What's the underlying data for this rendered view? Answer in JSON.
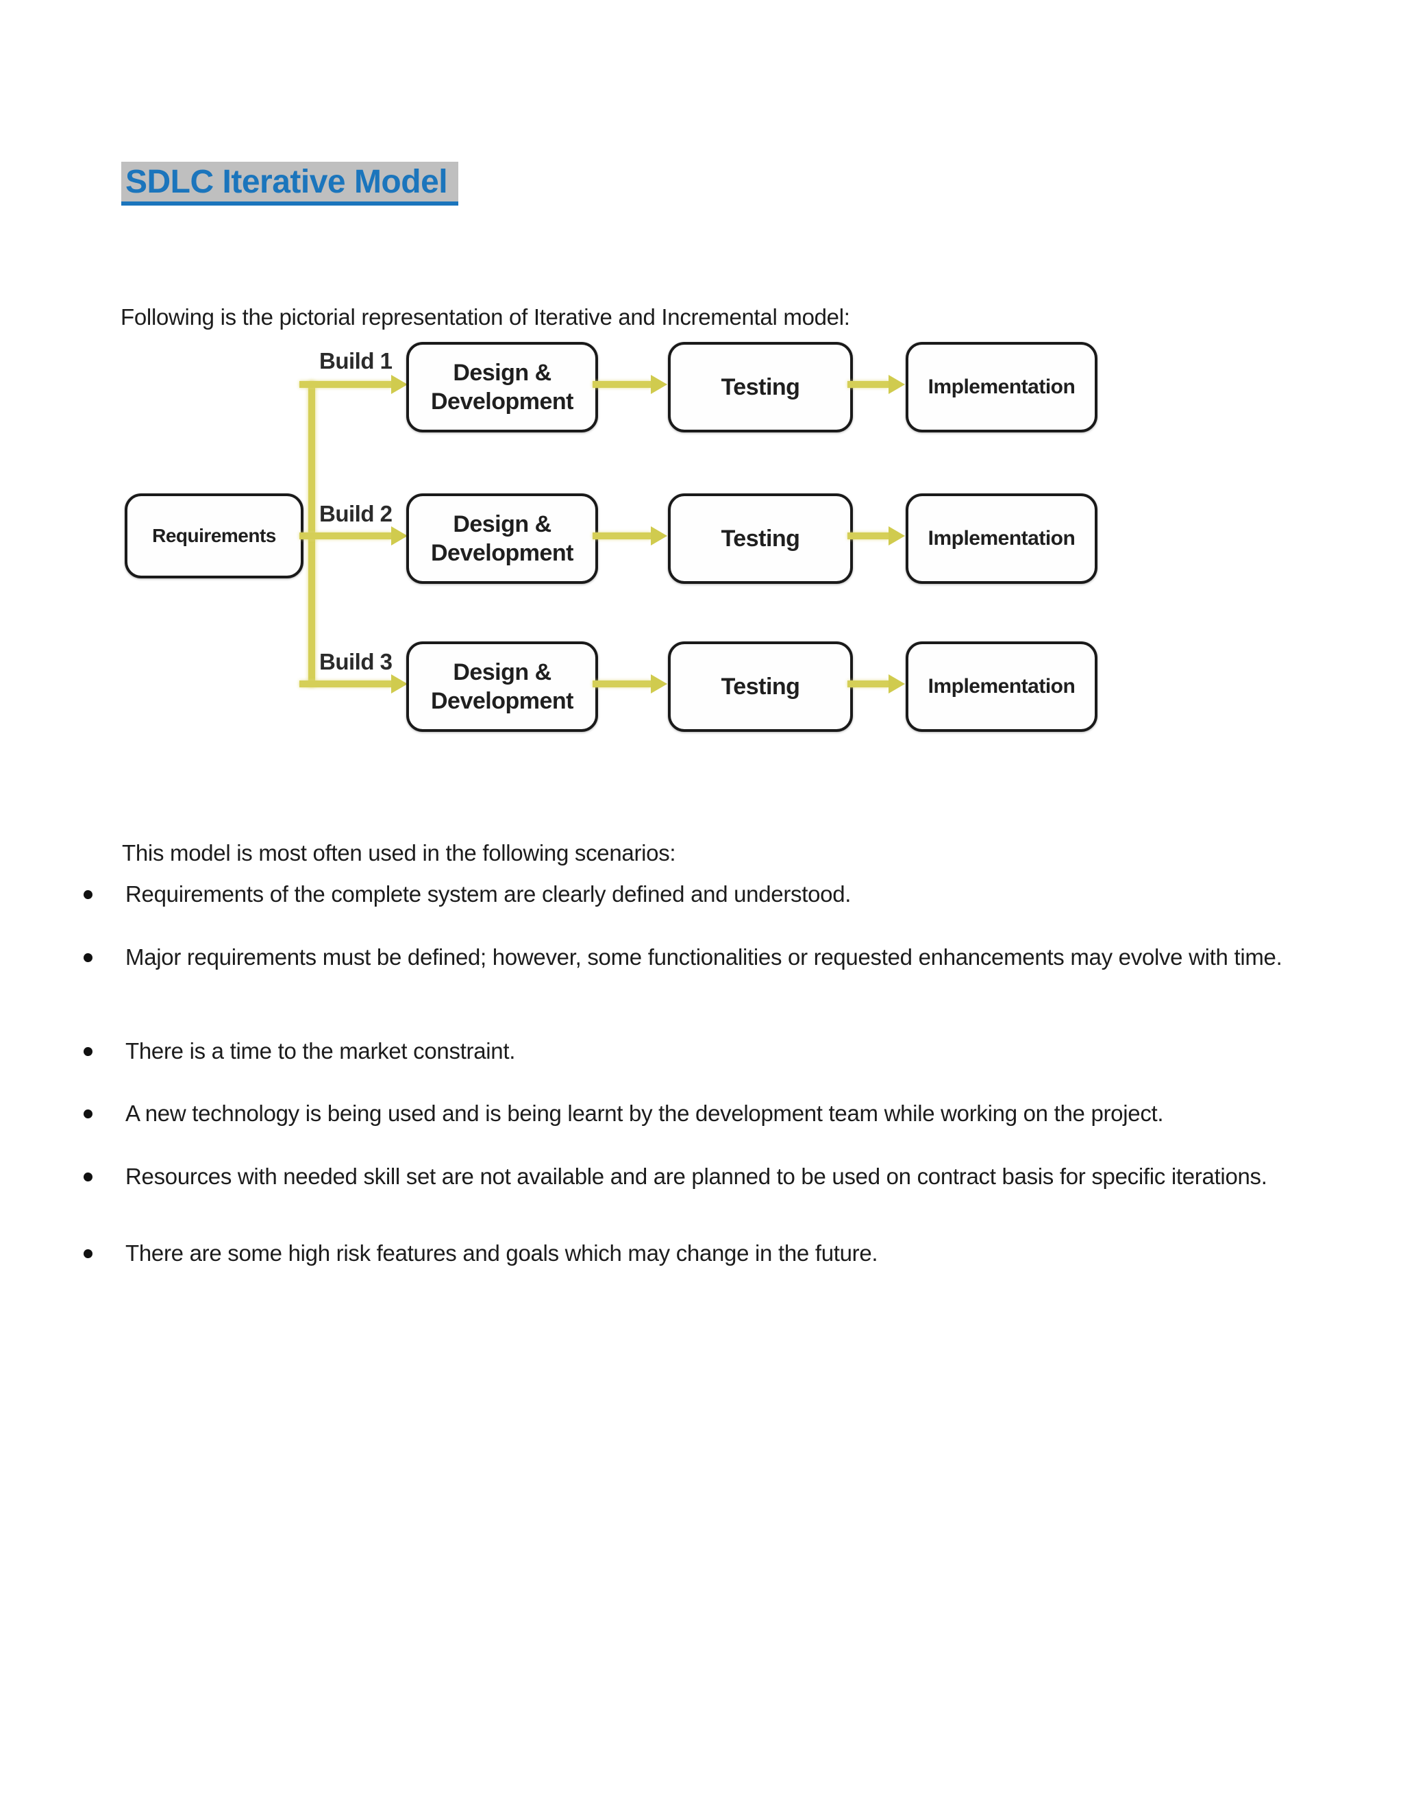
{
  "document": {
    "title": "SDLC Iterative Model",
    "intro": "Following is the pictorial representation of Iterative and Incremental model:",
    "scenarios_heading": "This model is most often used in the following scenarios:",
    "bullets": [
      "Requirements of the complete system are clearly defined and understood.",
      "Major requirements must be defined; however, some functionalities or requested enhancements may evolve with time.",
      "There is a time to the market constraint.",
      "A new technology is being used and is being learnt by the development team while working on the project.",
      "Resources with needed skill set are not available and are planned to be used on contract basis for specific iterations.",
      "There are some high risk features and goals which may change in the future."
    ]
  },
  "diagram": {
    "requirements_label": "Requirements",
    "rows": [
      {
        "build": "Build 1",
        "design_line1": "Design &",
        "design_line2": "Development",
        "testing": "Testing",
        "implementation": "Implementation"
      },
      {
        "build": "Build 2",
        "design_line1": "Design &",
        "design_line2": "Development",
        "testing": "Testing",
        "implementation": "Implementation"
      },
      {
        "build": "Build 3",
        "design_line1": "Design &",
        "design_line2": "Development",
        "testing": "Testing",
        "implementation": "Implementation"
      }
    ]
  },
  "colors": {
    "title_blue": "#1b75bc",
    "title_highlight_gray": "#bfbfbf",
    "body_text": "#1c1c1c",
    "arrow_yellow": "#d5cf57",
    "box_border_black": "#1a1a1a",
    "page_background": "#ffffff"
  }
}
